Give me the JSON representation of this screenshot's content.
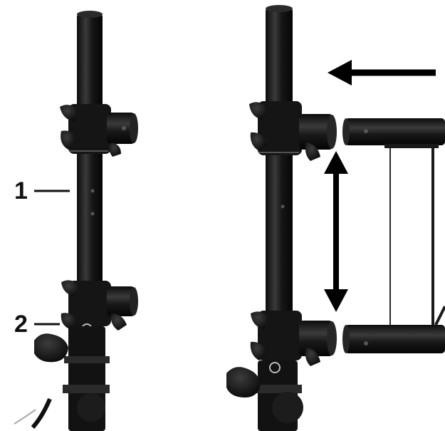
{
  "photo": {
    "callouts": [
      {
        "id": "1",
        "text": "1"
      },
      {
        "id": "2",
        "text": "2"
      }
    ],
    "colors": {
      "background": "#ffffff",
      "metal": "#141414",
      "metal_highlight": "#3a3a3a",
      "arrow": "#000000"
    }
  }
}
